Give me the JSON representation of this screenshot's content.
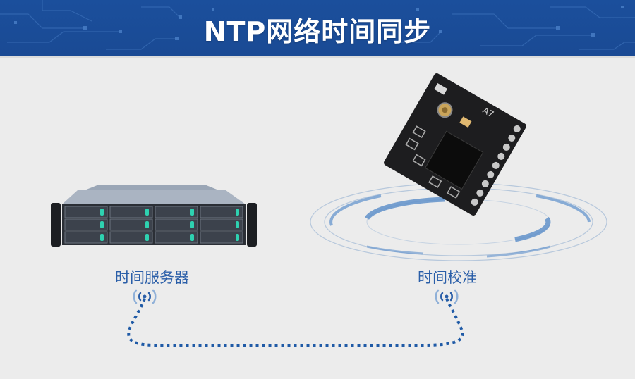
{
  "banner": {
    "title": "NTP网络时间同步",
    "background_color": "#1b4f9c"
  },
  "diagram": {
    "left_node": {
      "label": "时间服务器",
      "image": "rack-server",
      "icon": "wireless-signal-icon"
    },
    "right_node": {
      "label": "时间校准",
      "image": "gps-timing-module",
      "module_marking": "A7",
      "icon": "wireless-signal-icon"
    },
    "connection": "dotted-link"
  },
  "colors": {
    "label_text": "#2a5ea8",
    "dotted_link": "#1f5aa6",
    "ring": "#4f86c6",
    "background": "#ececec"
  }
}
